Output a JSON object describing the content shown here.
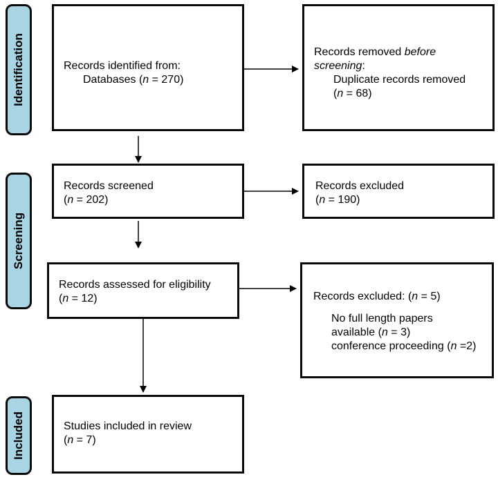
{
  "phases": {
    "identification": "Identification",
    "screening": "Screening",
    "included": "Included"
  },
  "boxes": {
    "identified": {
      "line1": "Records identified from:",
      "line2_prefix": "Databases (",
      "n": "n",
      "line2_suffix": " = 270)"
    },
    "removed": {
      "line1_prefix": "Records removed ",
      "line1_em": "before",
      "line2_em": "screening",
      "line2_suffix": ":",
      "line3": "Duplicate records removed",
      "n": "n",
      "line4_suffix": " = 68)"
    },
    "screened": {
      "line1": "Records screened",
      "paren_open": "(",
      "n": "n",
      "line2_suffix": " = 202)"
    },
    "excluded": {
      "line1": "Records excluded",
      "paren_open": "(",
      "n": "n",
      "line2_suffix": " = 190)"
    },
    "eligibility": {
      "line1": "Records assessed for eligibility",
      "paren_open": "(",
      "n": "n",
      "line2_suffix": " = 12)"
    },
    "excluded2": {
      "line1_prefix": "Records excluded: (",
      "n": "n",
      "line1_suffix": " = 5)",
      "line2": "No full length papers",
      "line3_prefix": "available (",
      "line3_suffix": " = 3)",
      "line4_prefix": "conference proceeding (",
      "line4_suffix": " =2)"
    },
    "included": {
      "line1": "Studies included in review",
      "paren_open": "(",
      "n": "n",
      "line2_suffix": " = 7)"
    }
  }
}
